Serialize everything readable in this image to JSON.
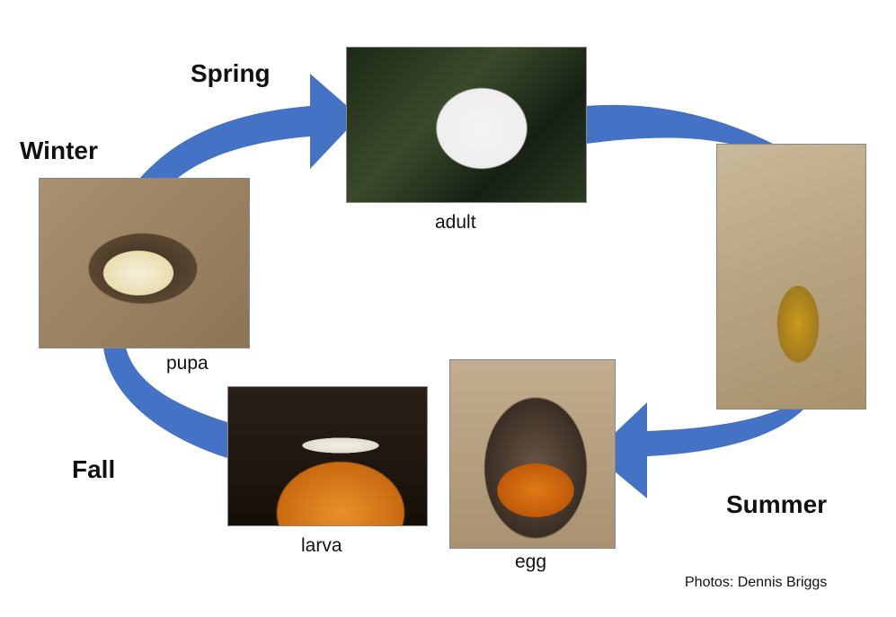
{
  "seasons": {
    "spring": "Spring",
    "winter": "Winter",
    "fall": "Fall",
    "summer": "Summer"
  },
  "stages": {
    "adult": "adult",
    "pupa": "pupa",
    "larva": "larva",
    "egg": "egg"
  },
  "credit": "Photos: Dennis Briggs",
  "colors": {
    "arrow": "#4472C4"
  }
}
